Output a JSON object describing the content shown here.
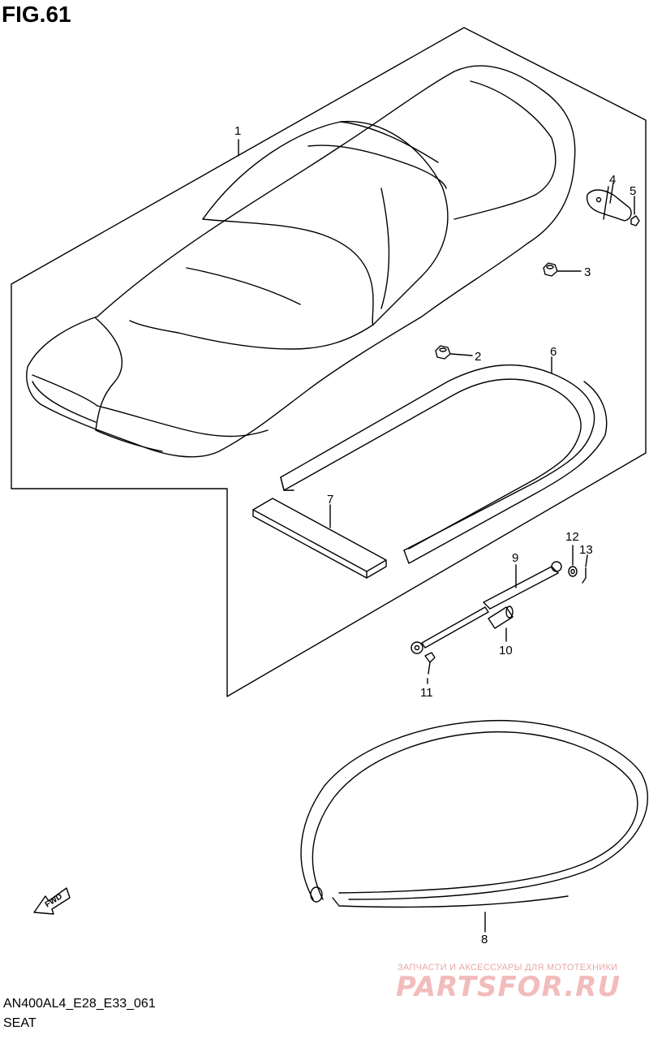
{
  "figure": {
    "title": "FIG.61",
    "model_code": "AN400AL4_E28_E33_061",
    "name": "SEAT",
    "fwd_label": "FWD"
  },
  "callouts": [
    "1",
    "2",
    "3",
    "4",
    "5",
    "6",
    "7",
    "8",
    "9",
    "10",
    "11",
    "12",
    "13"
  ],
  "watermark": {
    "tagline": "ЗАПЧАСТИ И АКСЕССУАРЫ ДЛЯ МОТОТЕХНИКИ",
    "brand": "PARTSFOR.RU"
  }
}
